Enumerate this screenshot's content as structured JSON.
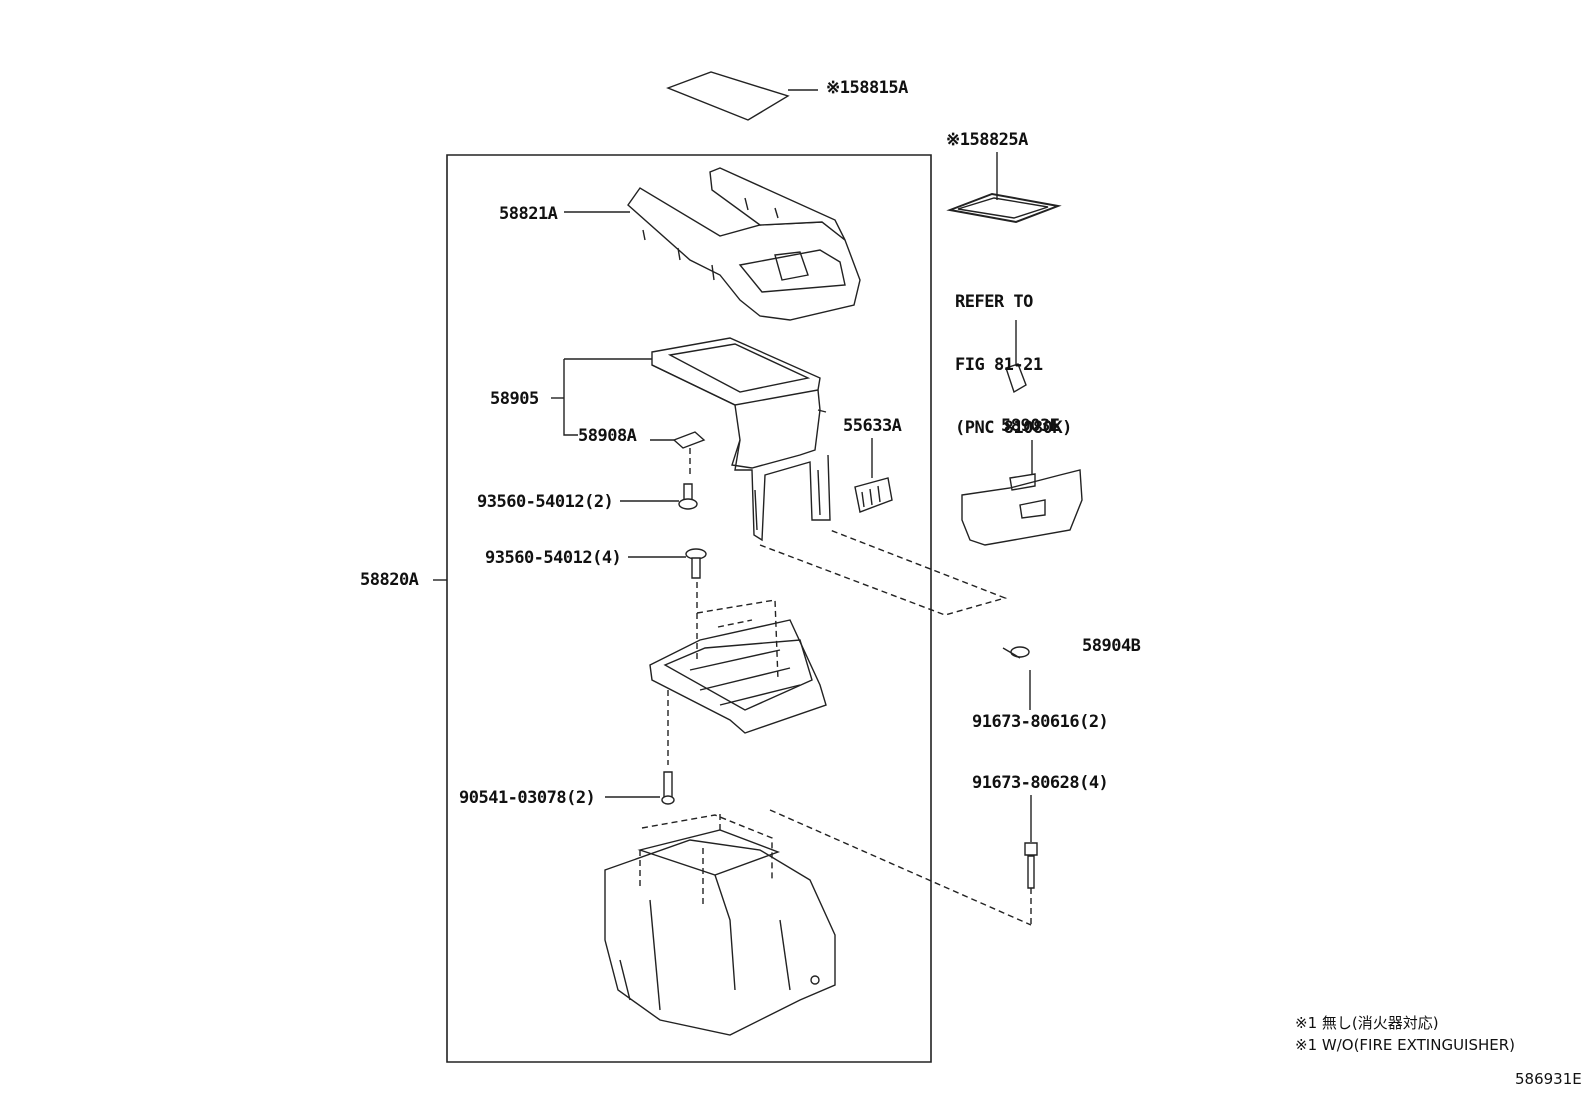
{
  "parts": {
    "p_158815a": "※158815A",
    "p_158825a": "※158825A",
    "p_58821a": "58821A",
    "p_58905": "58905",
    "p_58908a": "58908A",
    "p_55633a": "55633A",
    "p_58903e": "58903E",
    "p_93560_2": "93560-54012(2)",
    "p_93560_4": "93560-54012(4)",
    "p_58820a": "58820A",
    "p_58904b": "58904B",
    "p_91673_80616": "91673-80616(2)",
    "p_90541": "90541-03078(2)",
    "p_91673_80628": "91673-80628(4)"
  },
  "reference": {
    "line1": "REFER TO",
    "line2": "FIG 81-21",
    "line3": "(PNC 81080K)"
  },
  "notes": {
    "jp": "※1  無し(消火器対応)",
    "en": "※1 W/O(FIRE EXTINGUISHER)"
  },
  "figure_number": "586931E"
}
